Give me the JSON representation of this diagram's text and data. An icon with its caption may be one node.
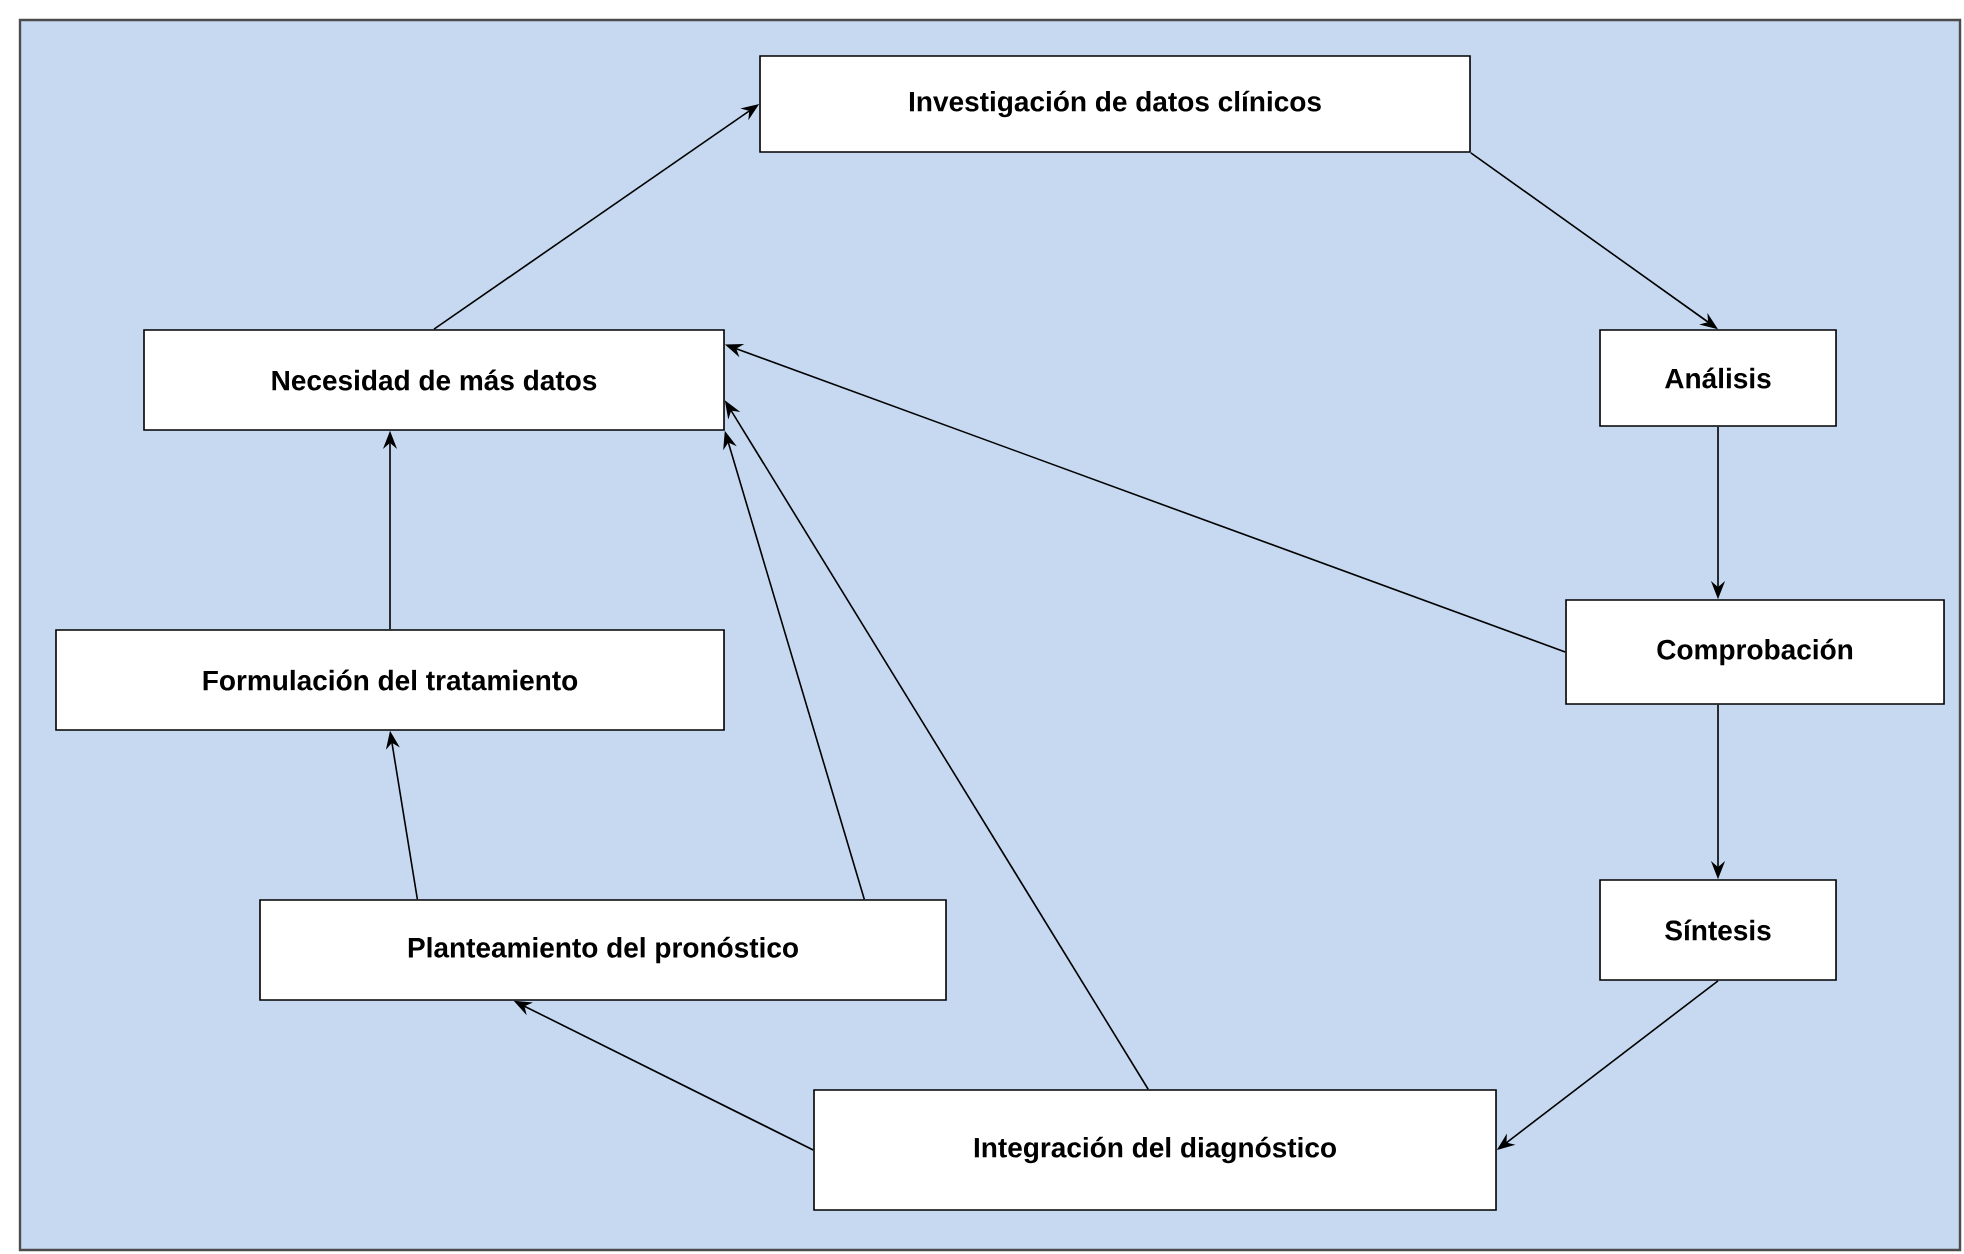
{
  "diagram": {
    "nodes": [
      {
        "text": [
          "Investigación de datos clínicos"
        ]
      },
      {
        "text": [
          "Análisis"
        ]
      },
      {
        "text": [
          "Comprobación"
        ]
      },
      {
        "text": [
          "Síntesis"
        ]
      },
      {
        "text": [
          "Integración del diagnóstico"
        ]
      },
      {
        "text": [
          "Planteamiento del pronóstico"
        ]
      },
      {
        "text": [
          "Formulación del tratamiento"
        ]
      },
      {
        "text": [
          "Necesidad de más datos"
        ]
      }
    ],
    "edges": [
      {
        "from": 0,
        "to": 1,
        "arrow": "to"
      },
      {
        "from": 1,
        "to": 2,
        "arrow": "to"
      },
      {
        "from": 2,
        "to": 3,
        "arrow": "to"
      },
      {
        "from": 3,
        "to": 4,
        "arrow": "to"
      },
      {
        "from": 4,
        "to": 5,
        "arrow": "to"
      },
      {
        "from": 5,
        "to": 6,
        "arrow": "to"
      },
      {
        "from": 6,
        "to": 7,
        "arrow": "to"
      },
      {
        "from": 7,
        "to": 0,
        "arrow": "to"
      },
      {
        "from": 2,
        "to": 7,
        "arrow": "to"
      },
      {
        "from": 4,
        "to": 7,
        "arrow": "to"
      },
      {
        "from": 5,
        "to": 7,
        "arrow": "to"
      }
    ]
  }
}
